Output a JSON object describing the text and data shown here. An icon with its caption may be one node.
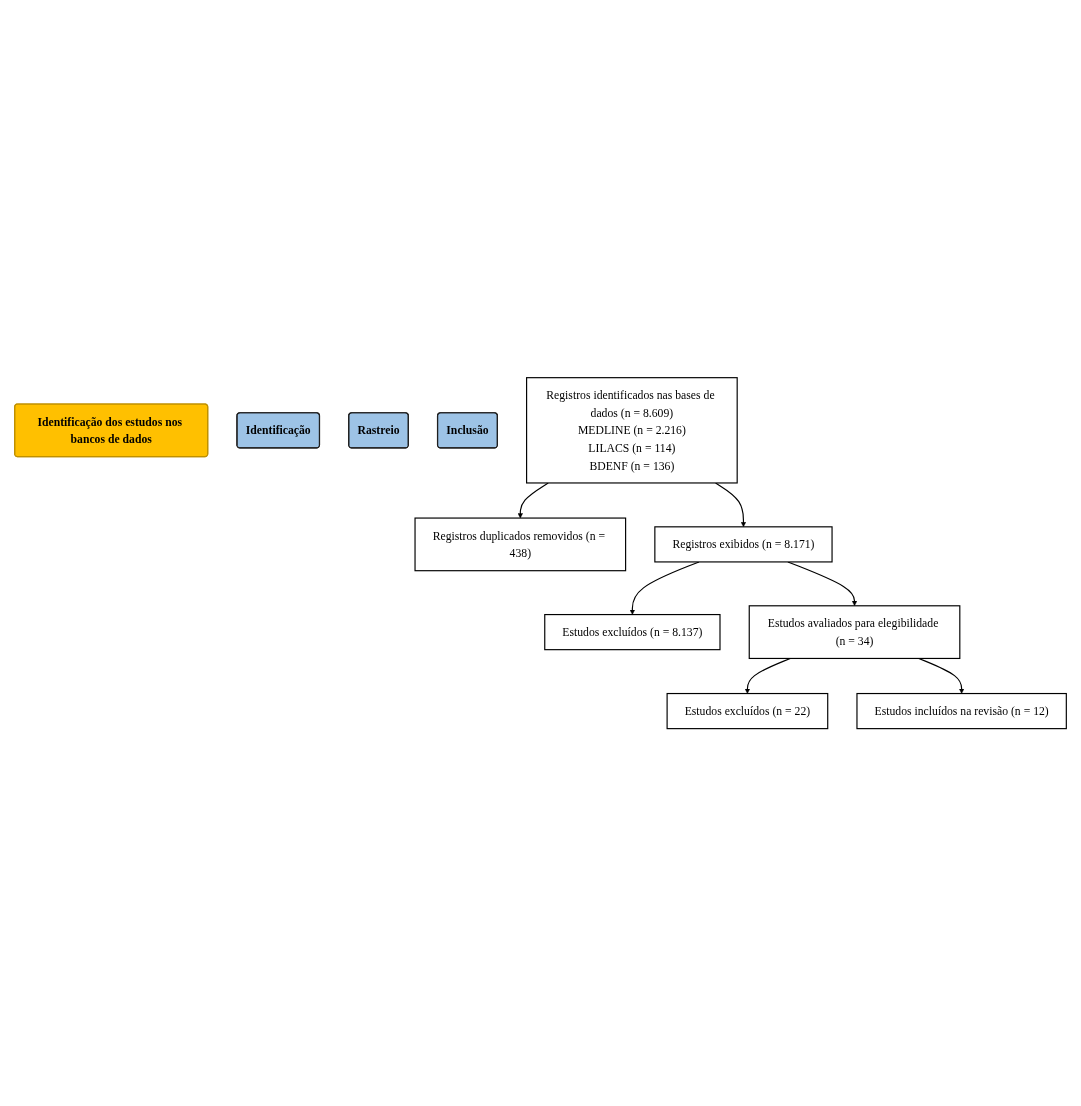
{
  "diagram": {
    "nodes": [
      {
        "text": [
          "Identificação dos estudos nos bancos de dados"
        ]
      },
      {
        "text": [
          "Identificação"
        ]
      },
      {
        "text": [
          "Rastreio"
        ]
      },
      {
        "text": [
          "Inclusão"
        ]
      },
      {
        "text": [
          "Registros identificados nas bases de dados (n = 8.609)",
          "MEDLINE (n = 2.216)",
          "LILACS (n = 114)",
          "BDENF (n = 136)"
        ]
      },
      {
        "text": [
          "Registros duplicados removidos (n = 438)"
        ]
      },
      {
        "text": [
          "Registros exibidos (n = 8.171)"
        ]
      },
      {
        "text": [
          "Estudos excluídos (n = 8.137)"
        ]
      },
      {
        "text": [
          "Estudos avaliados para elegibilidade (n = 34)"
        ]
      },
      {
        "text": [
          "Estudos excluídos (n = 22)"
        ]
      },
      {
        "text": [
          "Estudos incluídos na revisão (n = 12)"
        ]
      }
    ],
    "edges": [
      {
        "from": 4,
        "to": 5,
        "arrow": "to"
      },
      {
        "from": 4,
        "to": 6,
        "arrow": "to"
      },
      {
        "from": 6,
        "to": 7,
        "arrow": "to"
      },
      {
        "from": 6,
        "to": 8,
        "arrow": "to"
      },
      {
        "from": 8,
        "to": 9,
        "arrow": "to"
      },
      {
        "from": 8,
        "to": 10,
        "arrow": "to"
      }
    ]
  }
}
